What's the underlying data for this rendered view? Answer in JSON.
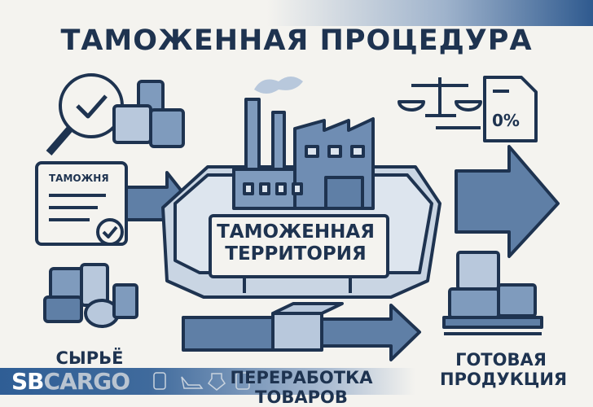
{
  "title": "ТАМОЖЕННАЯ ПРОЦЕДУРА",
  "center_sign": {
    "line1": "ТАМОЖЕННАЯ",
    "line2": "ТЕРРИТОРИЯ"
  },
  "customs_document": {
    "label": "ТАМОЖНЯ"
  },
  "duty_document": {
    "label": "0%"
  },
  "labels": {
    "raw_materials": "СЫРЬЁ",
    "processing": "ПЕРЕРАБОТКА ТОВАРОВ",
    "finished_line1": "ГОТОВАЯ",
    "finished_line2": "ПРОДУКЦИЯ"
  },
  "brand": {
    "part1": "SB",
    "part2": "CARGO",
    "transport_icons": [
      "train-icon",
      "plane-icon",
      "ship-icon",
      "truck-icon"
    ]
  },
  "colors": {
    "navy": "#1e3350",
    "mid_blue": "#5f7fa6",
    "light_blue": "#b8c8dc",
    "background": "#f4f3ef",
    "brand_blue": "#2f5e95"
  }
}
